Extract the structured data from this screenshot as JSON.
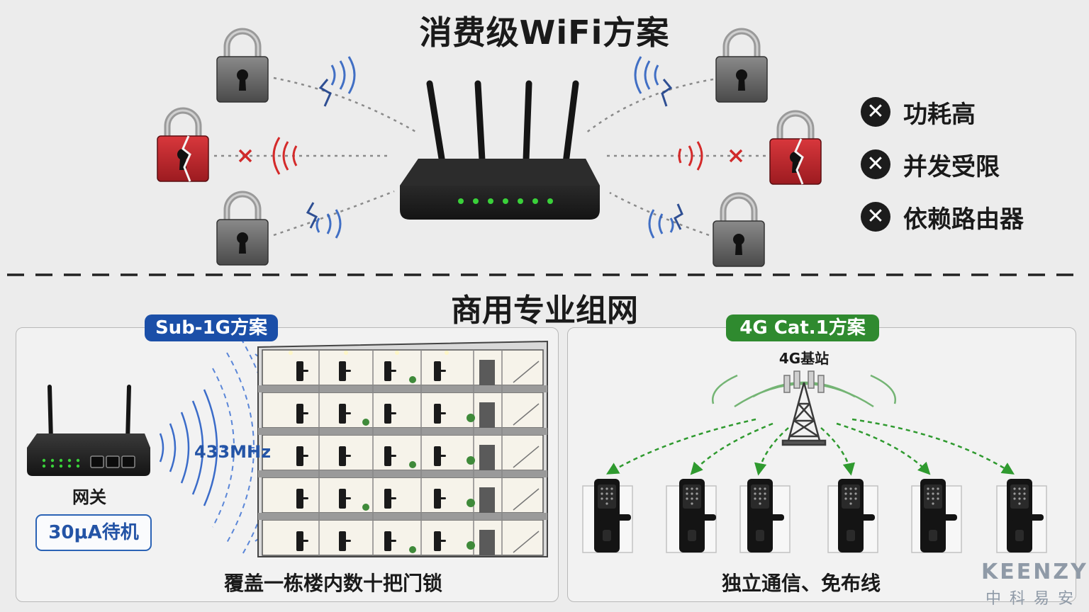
{
  "top": {
    "title": "消费级WiFi方案",
    "cons": [
      "功耗高",
      "并发受限",
      "依赖路由器"
    ]
  },
  "bottom": {
    "title": "商用专业组网",
    "left_panel": {
      "badge": "Sub-1G方案",
      "gateway_label": "网关",
      "standby": "30μA待机",
      "frequency": "433MHz",
      "caption": "覆盖一栋楼内数十把门锁"
    },
    "right_panel": {
      "badge": "4G Cat.1方案",
      "tower_label": "4G基站",
      "caption": "独立通信、免布线"
    }
  },
  "logo": {
    "en": "KEENZY",
    "cn": "中科易安"
  },
  "colors": {
    "sub1g_blue": "#1b4fa8",
    "cat1_green": "#2f8a2f",
    "lock_fail_red": "#c0262b",
    "signal_blue": "#2b5fb8",
    "led_green": "#3ad13a"
  },
  "icons": [
    "router-icon",
    "padlock-icon",
    "broken-padlock-icon",
    "wifi-signal-icon",
    "close-icon",
    "gateway-icon",
    "building-icon",
    "cell-tower-icon",
    "smart-lock-icon"
  ]
}
